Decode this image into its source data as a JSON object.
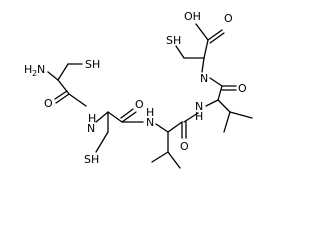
{
  "molecule": {
    "atom_labels": {
      "amine": "H",
      "amine_sub": "2",
      "amine_n": "N",
      "thiol_1": "SH",
      "oxo_1": "O",
      "nh_1": "N",
      "nh_1_h": "H",
      "thiol_2": "SH",
      "oxo_2": "O",
      "nh_2": "N",
      "nh_2_h": "H",
      "oxo_3": "O",
      "nh_3": "N",
      "nh_3_h": "H",
      "oxo_4": "O",
      "nh_4": "N",
      "acid_oh": "OH",
      "acid_o": "O",
      "thiol_3": "SH"
    }
  }
}
